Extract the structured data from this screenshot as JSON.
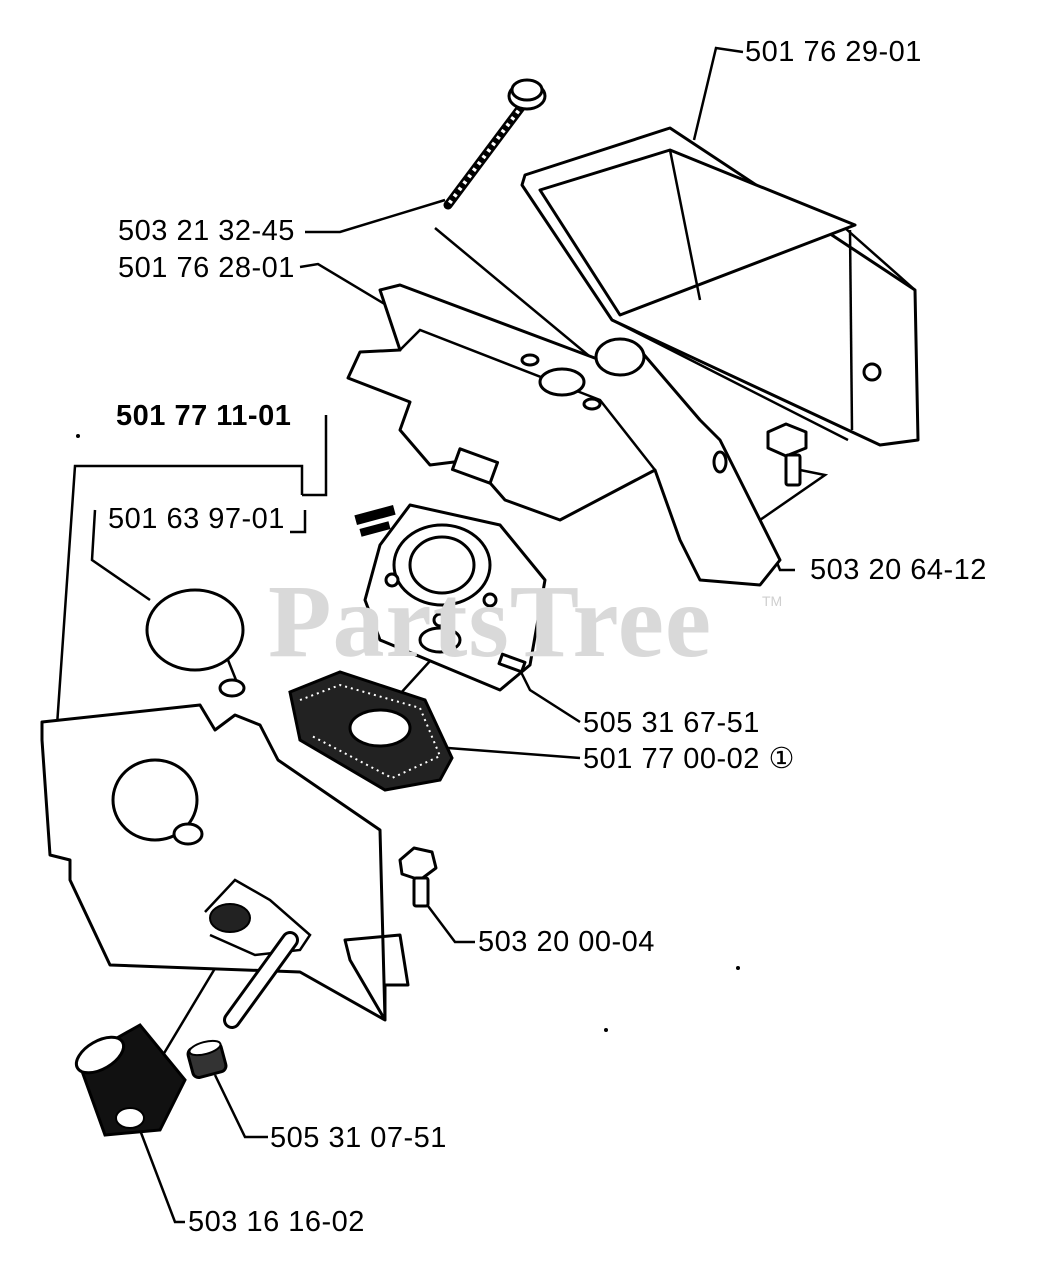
{
  "watermark": {
    "text": "PartsTree",
    "tm": "TM"
  },
  "callouts": {
    "air_filter_cover": "501 76 29-01",
    "screw_long": "503 21 32-45",
    "filter_holder": "501 76 28-01",
    "assembly": "501 77 11-01",
    "sub_assembly": "501 63 97-01",
    "bolt_upper": "503 20 64-12",
    "carburetor": "505 31 67-51",
    "gasket": "501 77 00-02 ①",
    "bolt_lower": "503 20 00-04",
    "sleeve": "505 31 07-51",
    "cap": "503 16 16-02"
  }
}
